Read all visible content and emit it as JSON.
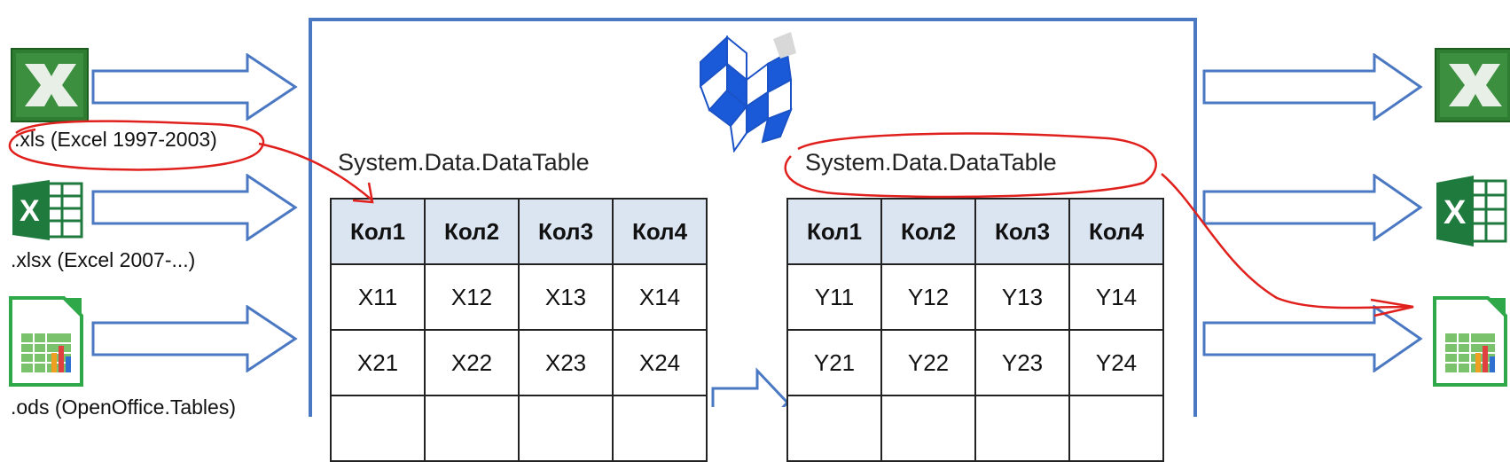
{
  "left_formats": [
    {
      "label": ".xls (Excel 1997-2003)",
      "icon": "excel-classic-icon"
    },
    {
      "label": ".xlsx (Excel 2007-...)",
      "icon": "excel-modern-icon"
    },
    {
      "label": ".ods (OpenOffice.Tables)",
      "icon": "libreoffice-calc-icon"
    }
  ],
  "left_table": {
    "title": "System.Data.DataTable",
    "headers": [
      "Кол1",
      "Кол2",
      "Кол3",
      "Кол4"
    ],
    "rows": [
      [
        "X11",
        "X12",
        "X13",
        "X14"
      ],
      [
        "X21",
        "X22",
        "X23",
        "X24"
      ],
      [
        "",
        "",
        "",
        ""
      ]
    ]
  },
  "right_table": {
    "title": "System.Data.DataTable",
    "headers": [
      "Кол1",
      "Кол2",
      "Кол3",
      "Кол4"
    ],
    "rows": [
      [
        "Y11",
        "Y12",
        "Y13",
        "Y14"
      ],
      [
        "Y21",
        "Y22",
        "Y23",
        "Y24"
      ],
      [
        "",
        "",
        "",
        ""
      ]
    ]
  },
  "colors": {
    "frame": "#4a78c2",
    "header_fill": "#dbe4f1",
    "annotation": "#e0201c",
    "excel_green": "#1f7a3d"
  }
}
